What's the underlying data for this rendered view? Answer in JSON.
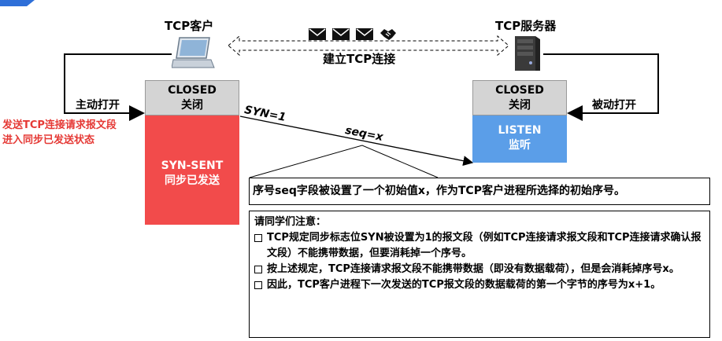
{
  "client": {
    "title": "TCP客户",
    "state_closed_en": "CLOSED",
    "state_closed_cn": "关闭",
    "state_synsent_en": "SYN-SENT",
    "state_synsent_cn": "同步已发送",
    "action": "主动打开",
    "annotation_line1": "发送TCP连接请求报文段",
    "annotation_line2": "进入同步已发送状态"
  },
  "server": {
    "title": "TCP服务器",
    "state_closed_en": "CLOSED",
    "state_closed_cn": "关闭",
    "state_listen_en": "LISTEN",
    "state_listen_cn": "监听",
    "action": "被动打开"
  },
  "connection_label": "建立TCP连接",
  "segment": {
    "flag": "SYN=1",
    "seq": "seq=x"
  },
  "callout": "序号seq字段被设置了一个初始值x，作为TCP客户进程所选择的初始序号。",
  "notes": {
    "heading": "请同学们注意：",
    "items": [
      "TCP规定同步标志位SYN被设置为1的报文段（例如TCP连接请求报文段和TCP连接请求确认报文段）不能携带数据，但要消耗掉一个序号。",
      "按上述规定，TCP连接请求报文段不能携带数据（即没有数据载荷），但是会消耗掉序号x。",
      "因此，TCP客户进程下一次发送的TCP报文段的数据载荷的第一个字节的序号为x+1。"
    ]
  },
  "colors": {
    "red": "#f24b4b",
    "blue": "#5b9ee8",
    "gray": "#d4d4d4",
    "annotation": "#e53935"
  }
}
